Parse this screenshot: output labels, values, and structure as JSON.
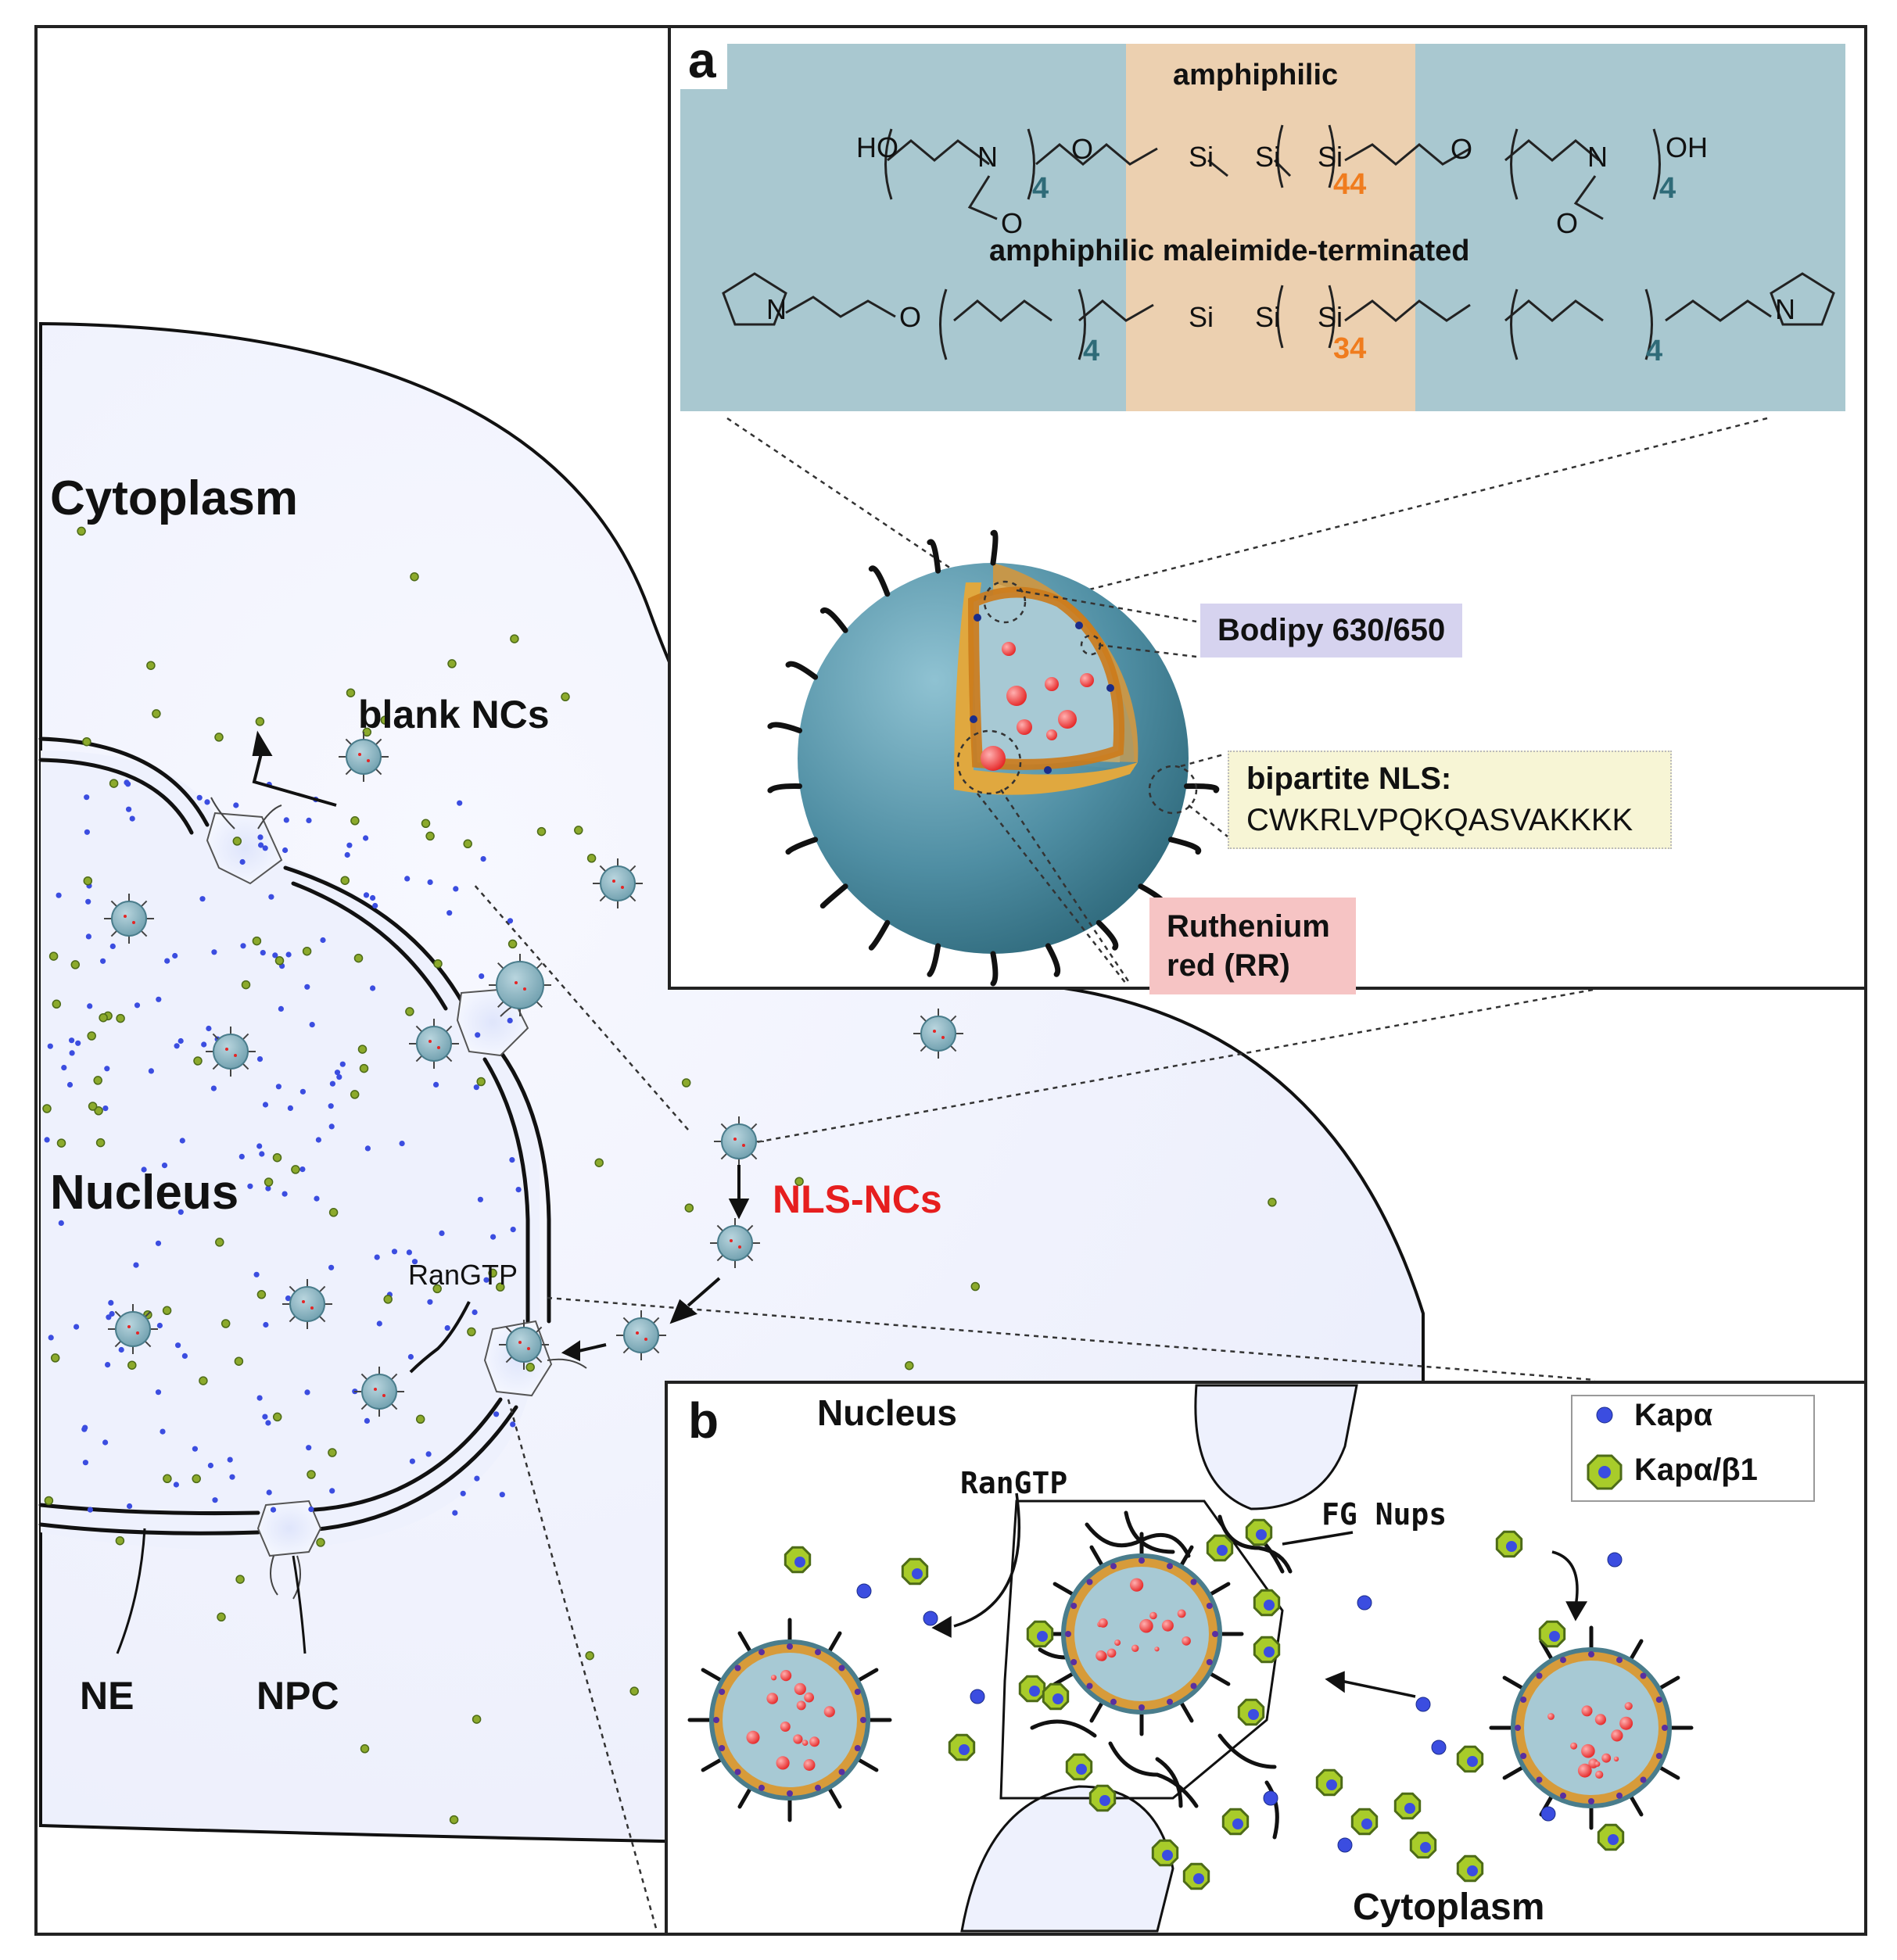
{
  "labels": {
    "cytoplasm": "Cytoplasm",
    "nucleus": "Nucleus",
    "blank_ncs": "blank NCs",
    "nls_ncs": "NLS-NCs",
    "rangtp": "RanGTP",
    "ne": "NE",
    "npc": "NPC"
  },
  "panel_a": {
    "letter": "a",
    "polymer1_title": "amphiphilic",
    "polymer2_title": "amphiphilic maleimide-terminated",
    "repeat_n": "4",
    "siloxane_n1": "44",
    "siloxane_n2": "34",
    "atoms": {
      "ho": "HO",
      "oh": "OH",
      "o": "O",
      "n": "N",
      "si": "Si"
    },
    "dye": "Bodipy 630/650",
    "nls_title": "bipartite NLS:",
    "nls_sequence": "CWKRLVPQKQASVAKKKK",
    "payload_line1": "Ruthenium",
    "payload_line2": "red (RR)"
  },
  "panel_b": {
    "letter": "b",
    "nucleus": "Nucleus",
    "cytoplasm": "Cytoplasm",
    "rangtp": "RanGTP",
    "fg_nups": "FG Nups",
    "legend": [
      {
        "label": "Kapα",
        "icon": "blue-dot-icon"
      },
      {
        "label": "Kapα/β1",
        "icon": "green-octagon-icon"
      }
    ]
  },
  "colors": {
    "hydrophilic_band": "#a9c8d0",
    "hydrophobic_band": "#ecd0b0",
    "dye_tag": "#d6d3ef",
    "nls_tag": "#f7f5d5",
    "payload_tag": "#f6c4c4",
    "nls_ncs_text": "#e61e1e",
    "orange_subscript": "#f07c1e",
    "teal_subscript": "#2f6b78",
    "nanocapsule": "#7fb1c0",
    "kap_beta": "#a8cc2a",
    "kap_alpha": "#3b4de0"
  }
}
